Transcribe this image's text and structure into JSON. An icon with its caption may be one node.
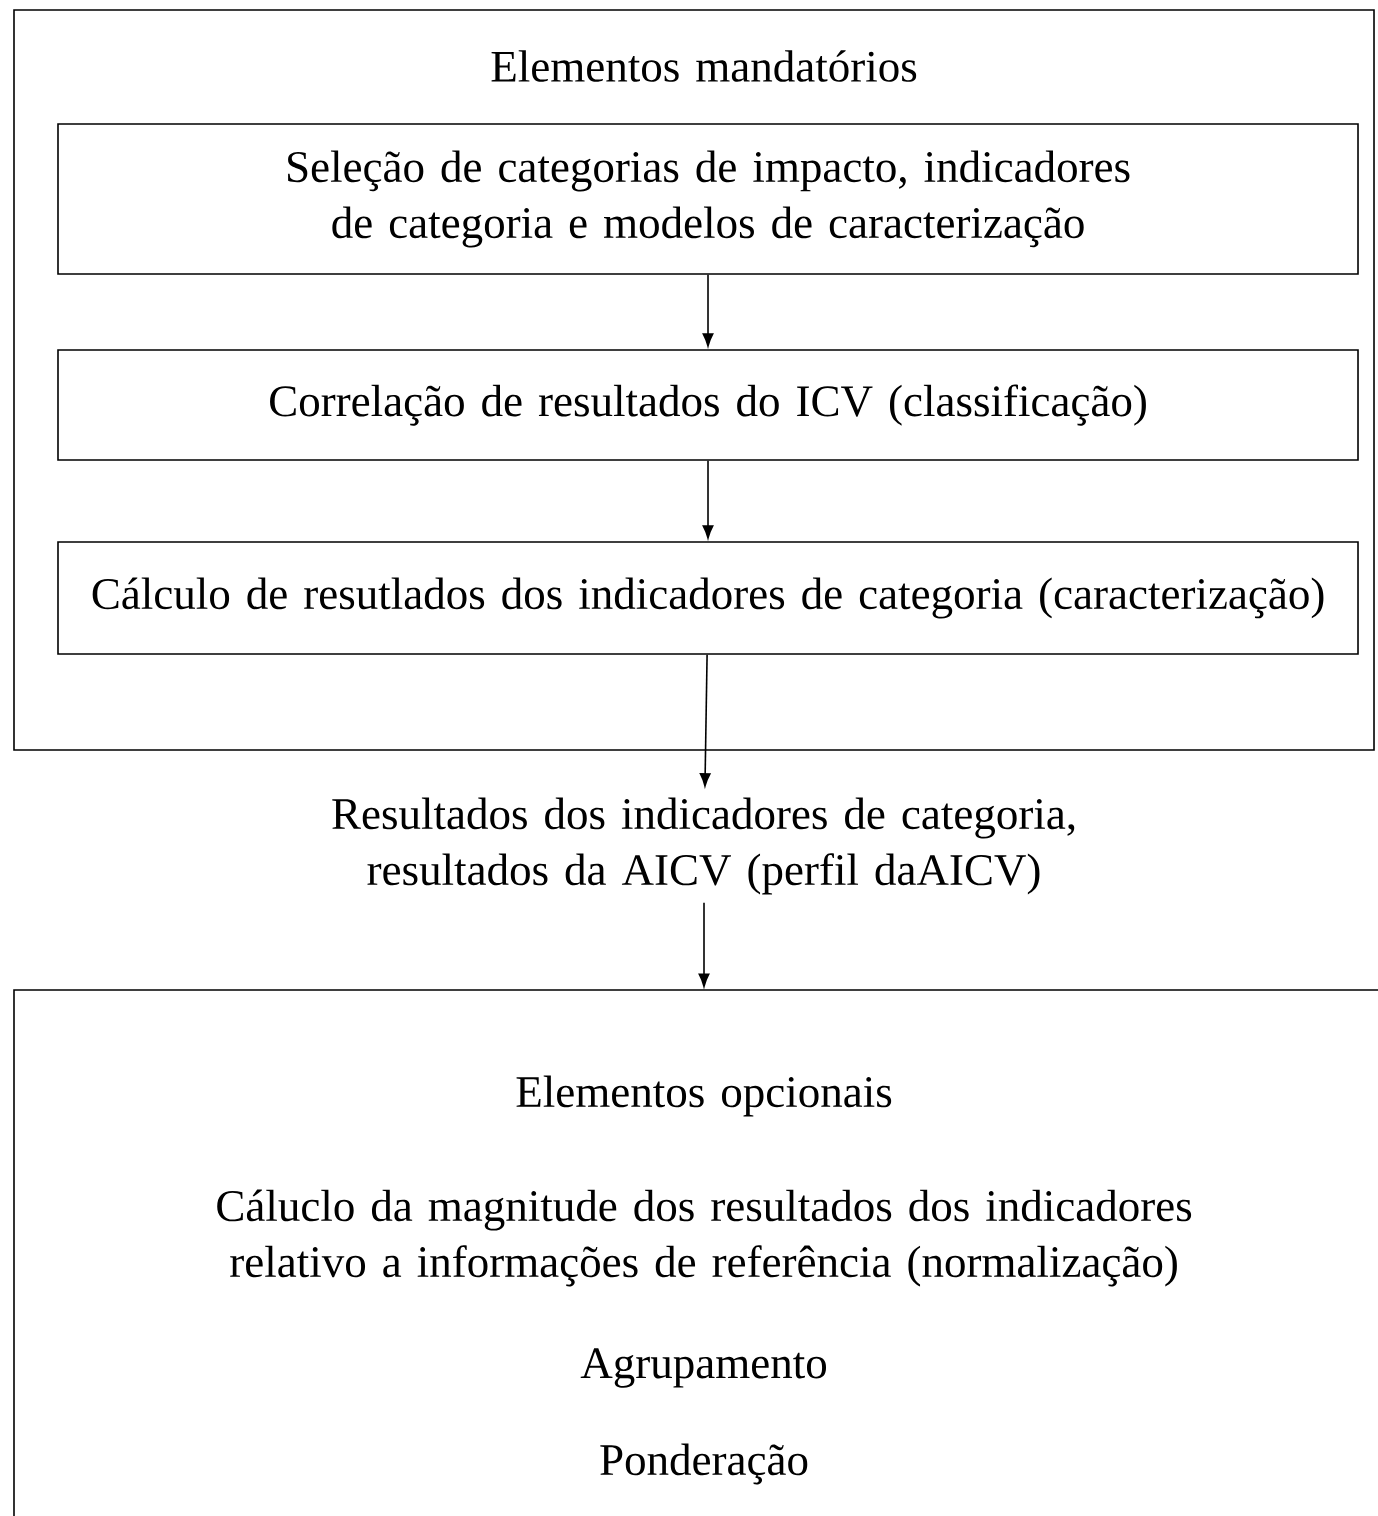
{
  "diagram": {
    "nodes": [
      {
        "text": [
          "Elementos mandatórios"
        ]
      },
      {
        "text": [
          "Seleção de categorias de impacto, indicadores de categoria e modelos de caracterização"
        ],
        "in": 0
      },
      {
        "text": [
          "Correlação de resultados do ICV (classificação)"
        ],
        "in": 0
      },
      {
        "text": [
          "Cálculo de resutlados dos indicadores de categoria (caracterização)"
        ],
        "in": 0
      },
      {
        "text": [
          "Resultados dos indicadores de categoria, resultados da AICV (perfil daAICV)"
        ]
      },
      {
        "text": [
          "Elementos opcionais",
          "Cáluclo da magnitude dos resultados dos indicadores relativo a informações de referência (normalização)",
          "Agrupamento",
          "Ponderação"
        ]
      }
    ],
    "edges": [
      {
        "from": 1,
        "to": 2,
        "arrow": "to"
      },
      {
        "from": 2,
        "to": 3,
        "arrow": "to"
      },
      {
        "from": 3,
        "to": 4,
        "arrow": "to"
      },
      {
        "from": 4,
        "to": 5,
        "arrow": "to"
      }
    ]
  }
}
